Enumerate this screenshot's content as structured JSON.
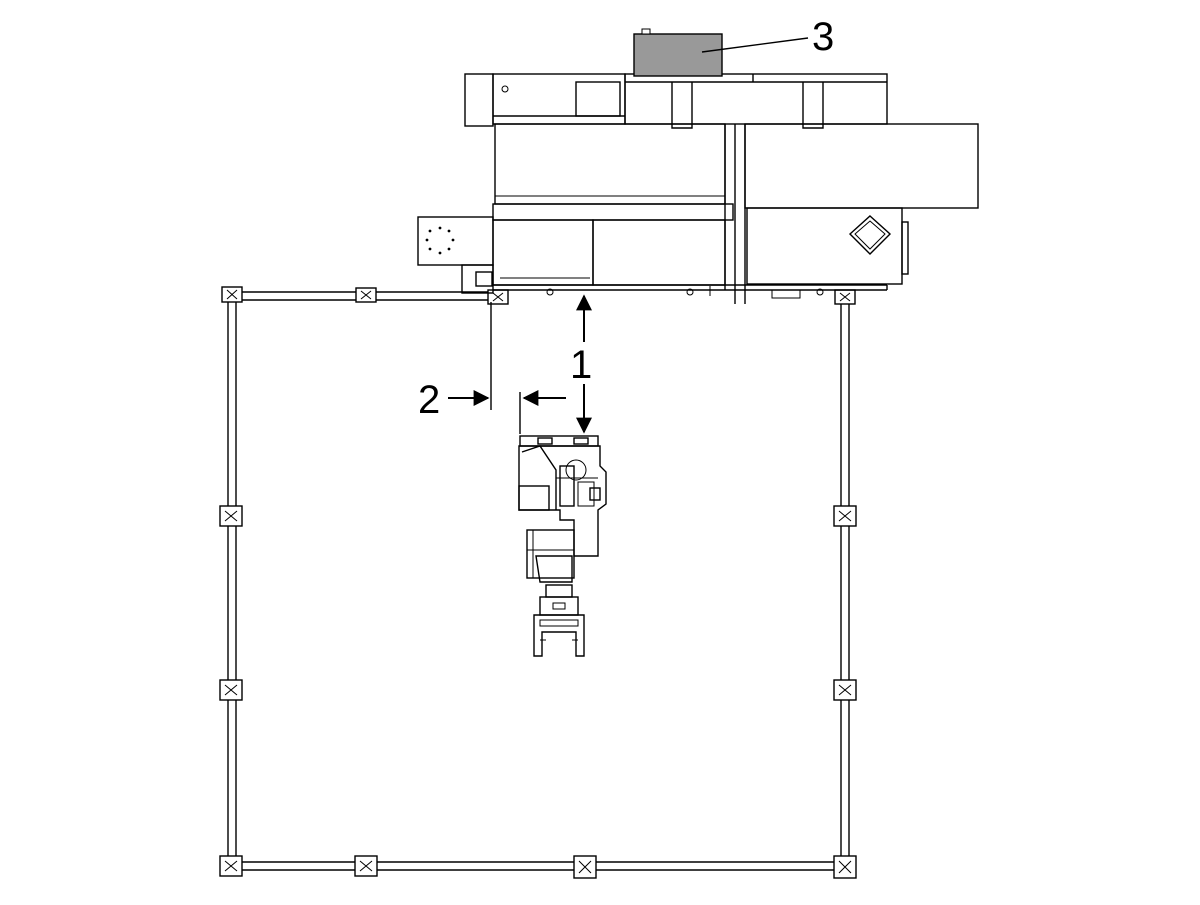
{
  "callouts": [
    {
      "id": "callout-1",
      "label": "1"
    },
    {
      "id": "callout-2",
      "label": "2"
    },
    {
      "id": "callout-3",
      "label": "3"
    }
  ],
  "colors": {
    "line": "#000000",
    "background": "#ffffff",
    "highlight_box": "#999999"
  }
}
